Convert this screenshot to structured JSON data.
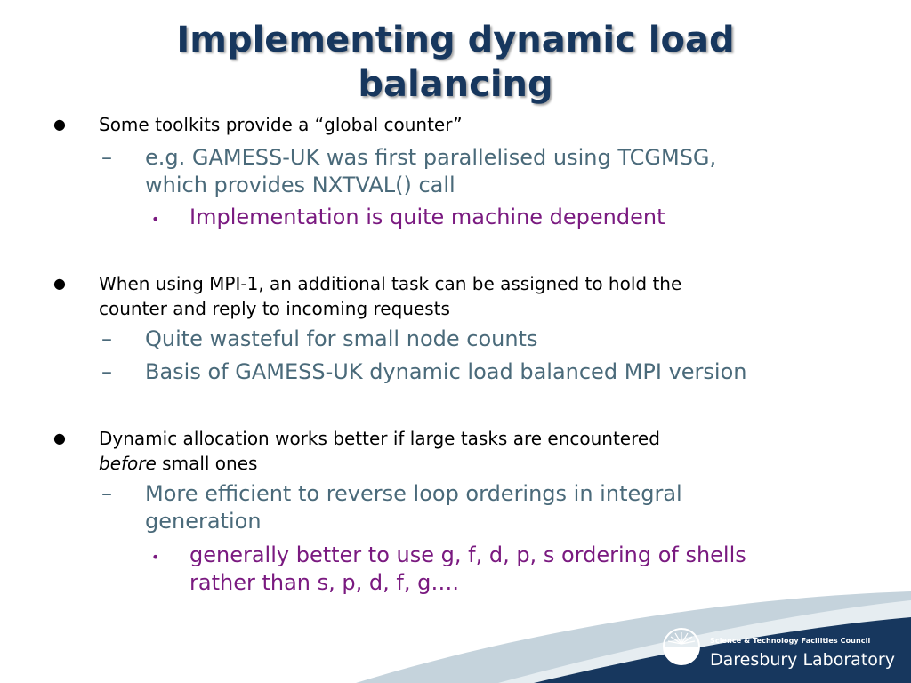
{
  "title": {
    "line1": "Implementing dynamic load",
    "line2": "balancing"
  },
  "bullets": [
    {
      "text_lines": [
        "Some toolkits provide a “global counter”"
      ],
      "subs": [
        {
          "text_lines": [
            "e.g. GAMESS-UK was first parallelised using TCGMSG,",
            "which provides NXTVAL() call"
          ],
          "subsubs": [
            {
              "text_lines": [
                "Implementation is quite machine dependent"
              ]
            }
          ]
        }
      ]
    },
    {
      "text_lines": [
        "When using MPI-1, an additional task can be assigned to hold the",
        "counter and reply to incoming requests"
      ],
      "subs": [
        {
          "text_lines": [
            "Quite wasteful for small node counts"
          ],
          "subsubs": []
        },
        {
          "text_lines": [
            "Basis of GAMESS-UK dynamic load balanced MPI version"
          ],
          "subsubs": []
        }
      ]
    },
    {
      "text_lines": [
        "Dynamic allocation works better if large tasks are encountered"
      ],
      "text_line2_em": "before",
      "text_line2_rest": " small ones",
      "subs": [
        {
          "text_lines": [
            "More efficient to reverse loop orderings in integral",
            "generation"
          ],
          "subsubs": [
            {
              "text_lines": [
                "generally better to use g, f, d, p, s ordering of shells",
                "rather than s, p, d, f, g…."
              ]
            }
          ]
        }
      ]
    }
  ],
  "markers": {
    "bullet": "●",
    "dash": "–",
    "dot": "•"
  },
  "footer": {
    "council": "Science & Technology Facilities Council",
    "lab": "Daresbury Laboratory"
  },
  "colors": {
    "title": "#17375e",
    "level1": "#000000",
    "level2": "#4a6a7a",
    "level3": "#7a1a80",
    "swoosh_dark": "#17375e",
    "swoosh_light": "#c5d3dc"
  }
}
